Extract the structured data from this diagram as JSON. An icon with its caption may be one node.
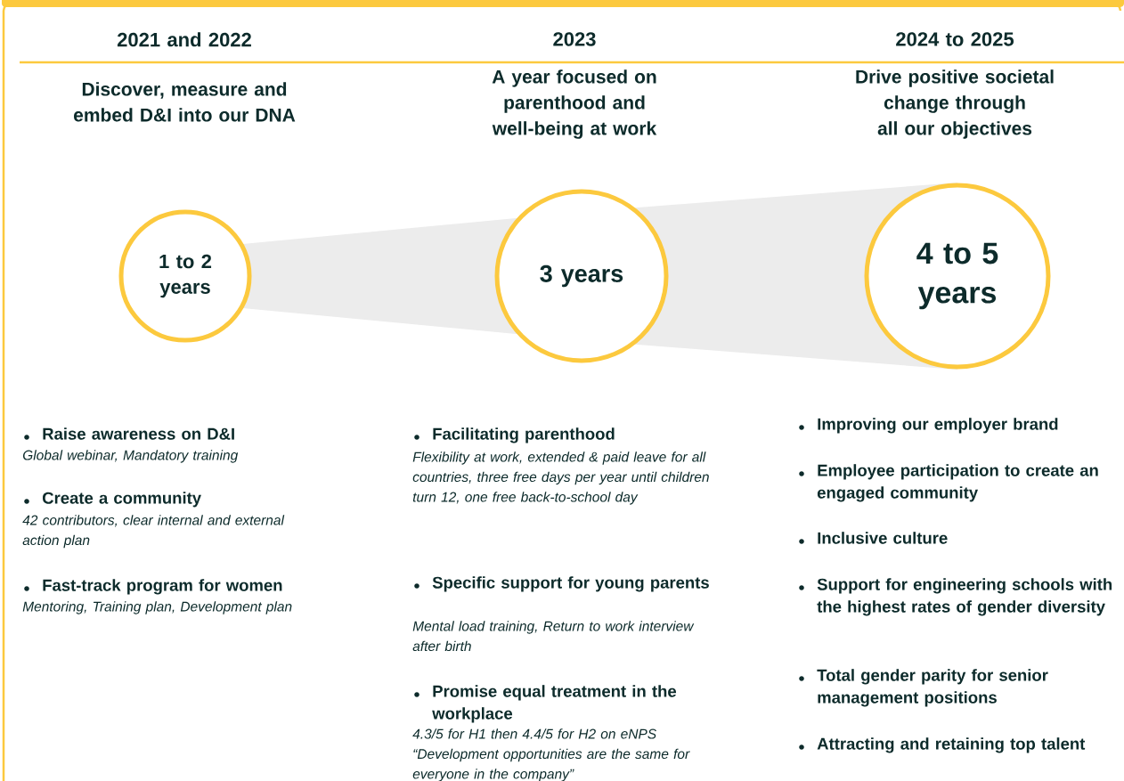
{
  "diagram": {
    "nodes": [
      {
        "text": [
          "1 to 2 years"
        ]
      },
      {
        "text": [
          "3 years"
        ]
      },
      {
        "text": [
          "4 to 5 years"
        ]
      }
    ],
    "edges": [
      {
        "from": 0,
        "to": 1,
        "arrow": "none"
      },
      {
        "from": 1,
        "to": 2,
        "arrow": "none"
      }
    ],
    "labels": [
      "2021 and 2022",
      "2023",
      "2024 to 2025",
      "Discover, measure and embed D&I into our DNA",
      "A year focused on parenthood and well-being at work",
      "Drive positive societal change through all our objectives",
      "Raise awareness on D&I",
      "Global webinar, Mandatory training",
      "Create a community",
      "42 contributors, clear internal and external action plan",
      "Fast-track program for women",
      "Mentoring, Training plan, Development plan",
      "Facilitating parenthood",
      "Flexibility at work, extended & paid leave for all countries, three free days per year until children turn 12, one free back-to-school day",
      "Specific support for young parents",
      "Mental load training, Return to work interview after birth",
      "Promise equal treatment in the workplace",
      "4.3/5 for H1 then 4.4/5 for H2 on eNPS “Development opportunities are the same for everyone in the company”",
      "Improving our employer brand",
      "Employee participation to create an engaged community",
      "Inclusive culture",
      "Support for engineering schools with the highest rates of gender diversity",
      "Total gender parity for senior management positions",
      "Attracting and retaining top talent"
    ]
  }
}
